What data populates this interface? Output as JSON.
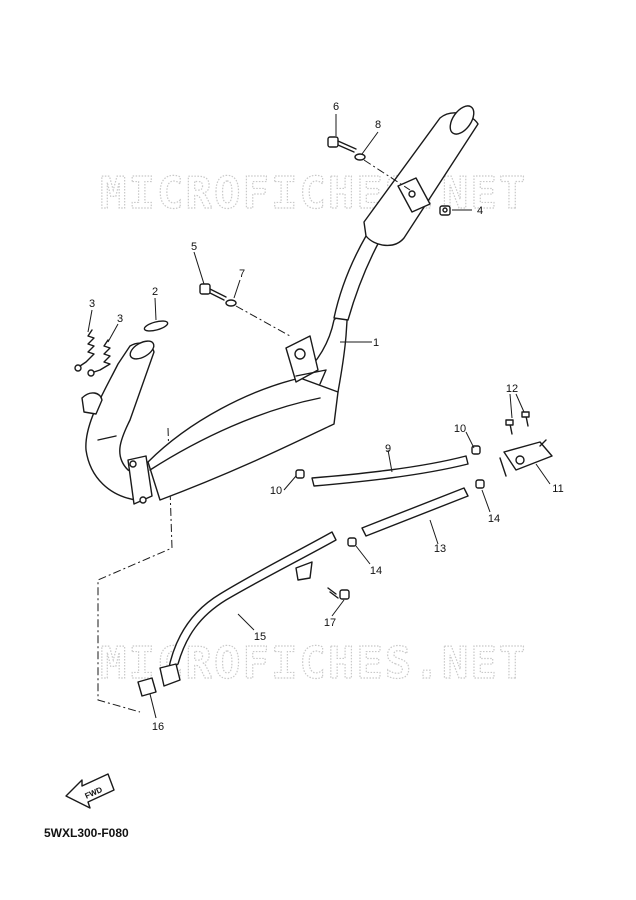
{
  "watermark": {
    "text": "MICROFICHES.NET"
  },
  "diagram_code": "5WXL300-F080",
  "fwd_label": "FWD",
  "callouts": {
    "p1": "1",
    "p2": "2",
    "p3a": "3",
    "p3b": "3",
    "p4": "4",
    "p5": "5",
    "p6": "6",
    "p7": "7",
    "p8": "8",
    "p9": "9",
    "p10a": "10",
    "p10b": "10",
    "p11": "11",
    "p12": "12",
    "p13": "13",
    "p14a": "14",
    "p14b": "14",
    "p15": "15",
    "p16": "16",
    "p17": "17"
  }
}
